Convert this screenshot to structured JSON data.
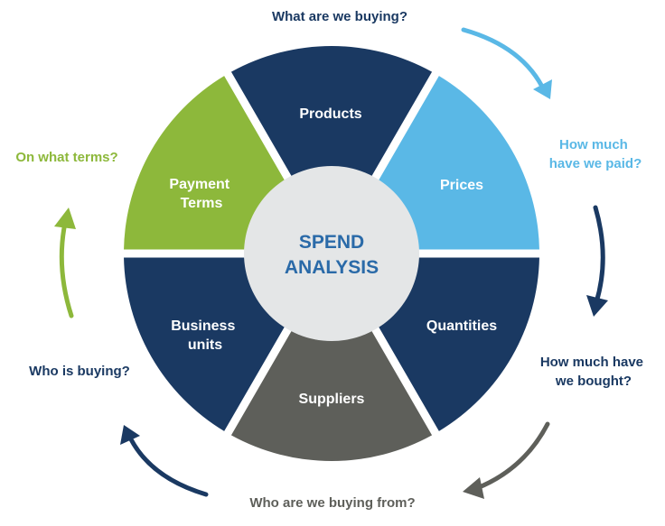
{
  "center": {
    "line1": "SPEND",
    "line2": "ANALYSIS"
  },
  "segments": [
    {
      "lines": [
        "Products"
      ],
      "color": "#1a3962"
    },
    {
      "lines": [
        "Prices"
      ],
      "color": "#5ab8e6"
    },
    {
      "lines": [
        "Quantities"
      ],
      "color": "#1a3962"
    },
    {
      "lines": [
        "Suppliers"
      ],
      "color": "#5e5f5a"
    },
    {
      "lines": [
        "Business",
        "units"
      ],
      "color": "#1a3962"
    },
    {
      "lines": [
        "Payment",
        "Terms"
      ],
      "color": "#8db83b"
    }
  ],
  "questions": {
    "what_buying": [
      "What are we buying?"
    ],
    "paid": [
      "How much",
      "have we paid?"
    ],
    "bought": [
      "How much have",
      "we bought?"
    ],
    "buying_from": [
      "Who are we buying from?"
    ],
    "who_buying": [
      "Who is buying?"
    ],
    "terms": [
      "On what terms?"
    ]
  },
  "colors": {
    "navy": "#1a3962",
    "light_blue": "#5ab8e6",
    "gray": "#5e5f5a",
    "green": "#8db83b",
    "hub": "#e4e6e7",
    "hub_text": "#2a6aa8"
  }
}
